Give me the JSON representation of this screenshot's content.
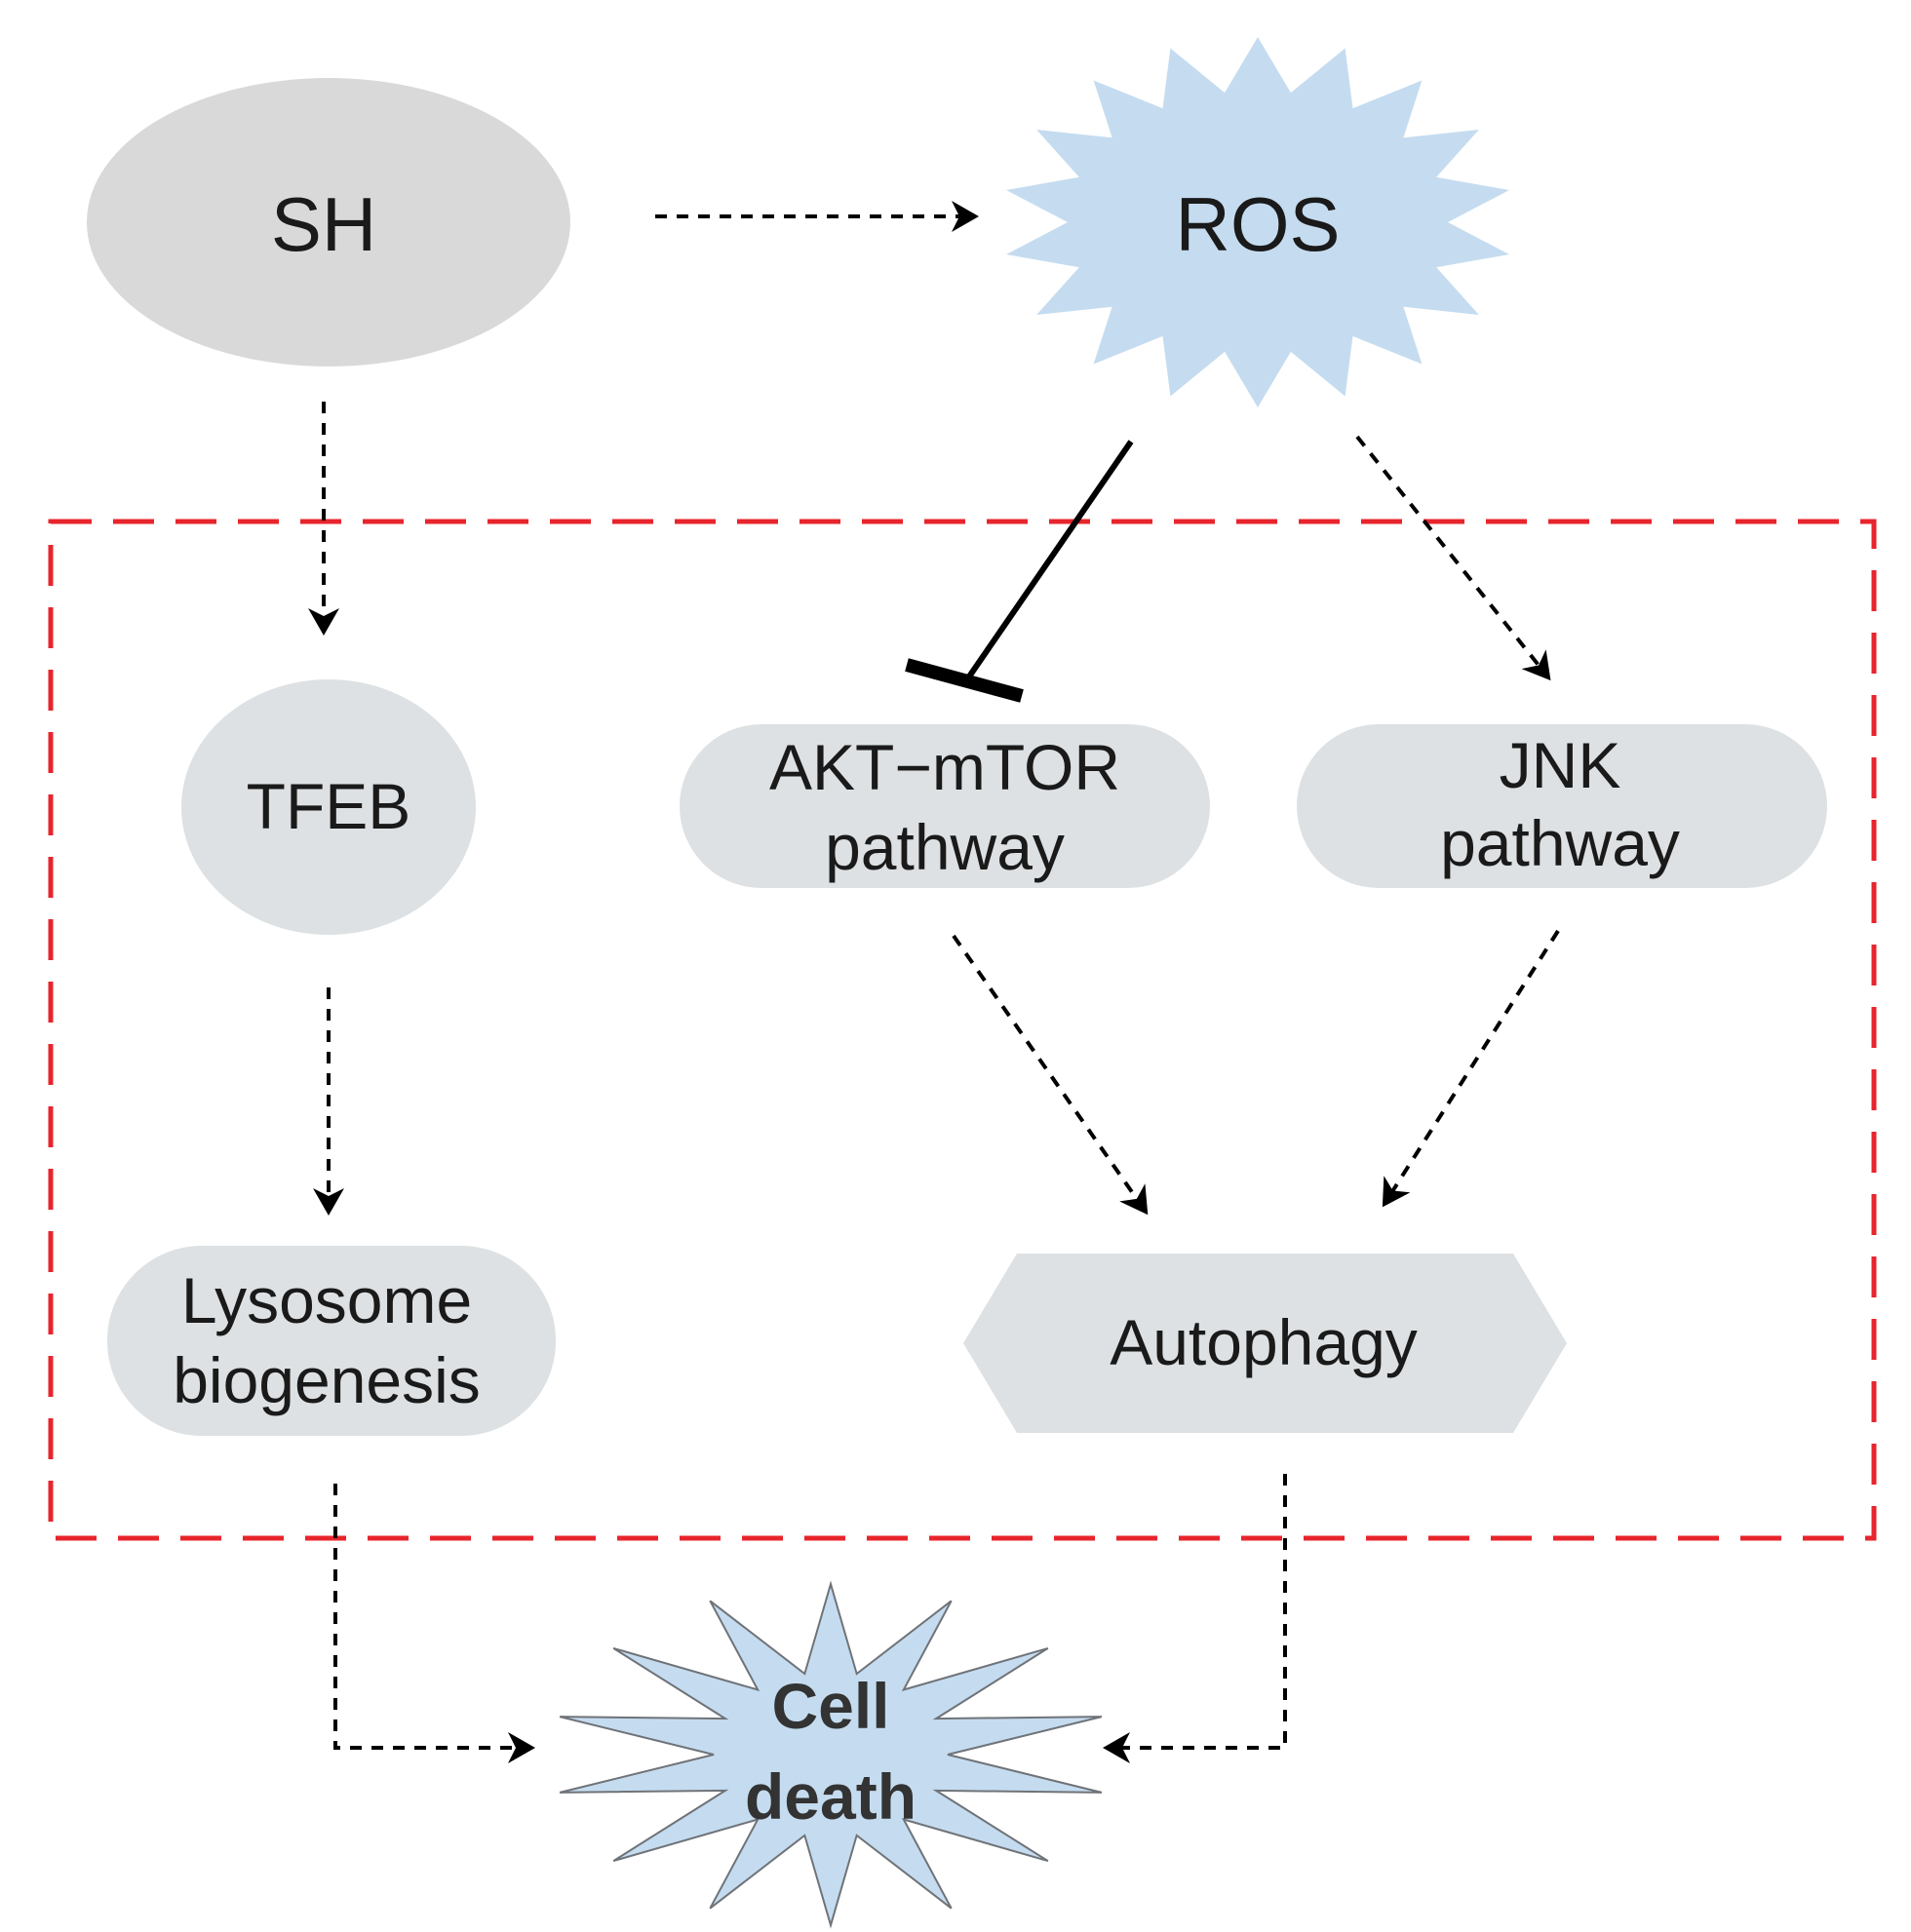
{
  "nodes": {
    "sh": {
      "label": "SH"
    },
    "ros": {
      "label": "ROS"
    },
    "tfeb": {
      "label": "TFEB"
    },
    "akt": {
      "line1": "AKT−mTOR",
      "line2": "pathway"
    },
    "jnk": {
      "line1": "JNK",
      "line2": "pathway"
    },
    "lysosome": {
      "line1": "Lysosome",
      "line2": "biogenesis"
    },
    "autophagy": {
      "label": "Autophagy"
    },
    "cell_death": {
      "line1": "Cell",
      "line2": "death"
    }
  },
  "colors": {
    "sh_fill": "#d9d9d9",
    "ros_fill": "#c5dcf0",
    "pill_fill": "#dde1e3",
    "cell_death_fill": "#c5dcf0",
    "cell_death_stroke": "#6f7378",
    "region_border": "#e8242c",
    "arrow": "#000000"
  }
}
